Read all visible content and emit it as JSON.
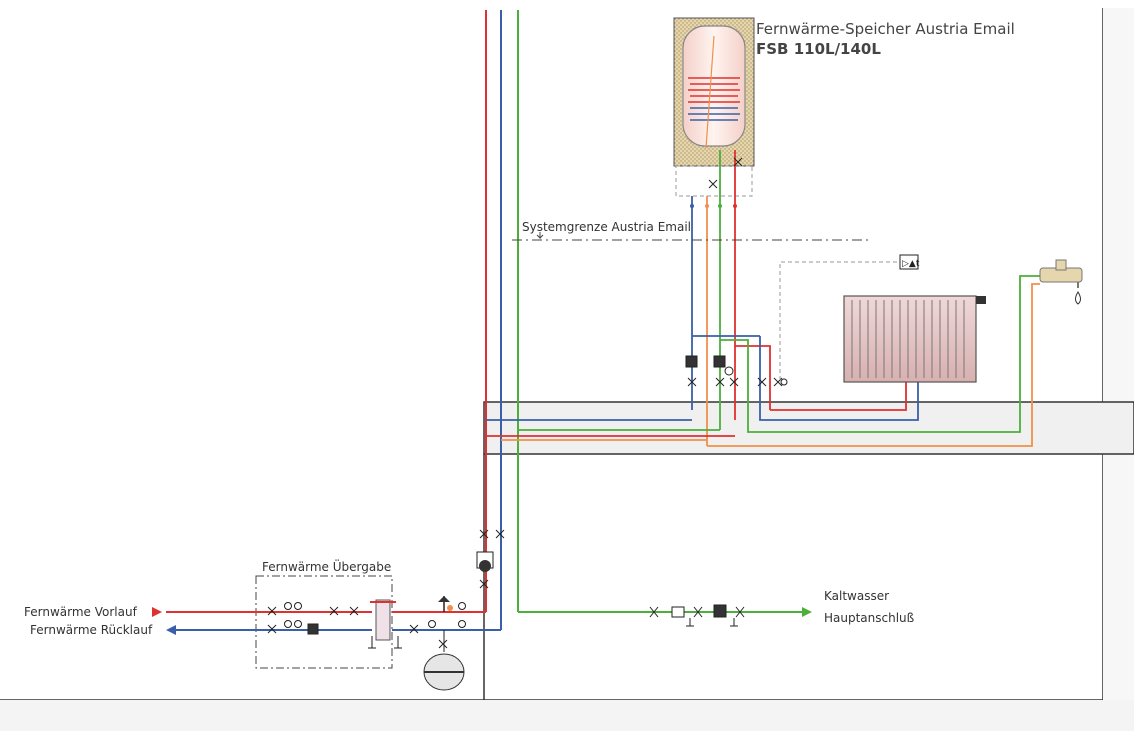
{
  "labels": {
    "tank_title": "Fernwärme-Speicher Austria Email",
    "tank_model": "FSB 110L/140L",
    "system_boundary": "Systemgrenze Austria Email",
    "handover": "Fernwärme Übergabe",
    "supply": "Fernwärme Vorlauf",
    "return": "Fernwärme Rücklauf",
    "cold_water_1": "Kaltwasser",
    "cold_water_2": "Hauptanschluß"
  },
  "colors": {
    "supply": "#e03030",
    "return": "#3a5fa8",
    "cold_water": "#4caf3a",
    "hot_water": "#f0904a",
    "wall": "#333333",
    "insulation": "#d8c8a0"
  }
}
